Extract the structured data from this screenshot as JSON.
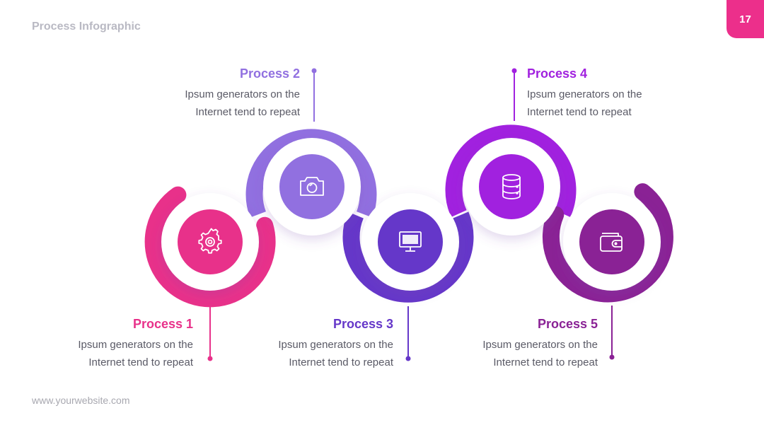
{
  "header": {
    "title": "Process Infographic",
    "page_number": "17"
  },
  "footer": {
    "website": "www.yourwebsite.com"
  },
  "colors": {
    "accent": "#ec2f8b"
  },
  "steps": [
    {
      "title": "Process 1",
      "desc_line1": "Ipsum generators on the",
      "desc_line2": "Internet tend to repeat",
      "color": "#e8318a",
      "icon": "gear-icon"
    },
    {
      "title": "Process 2",
      "desc_line1": "Ipsum generators on the",
      "desc_line2": "Internet tend to repeat",
      "color": "#9170e0",
      "icon": "camera-icon"
    },
    {
      "title": "Process 3",
      "desc_line1": "Ipsum generators on the",
      "desc_line2": "Internet tend to repeat",
      "color": "#6537c9",
      "icon": "monitor-icon"
    },
    {
      "title": "Process 4",
      "desc_line1": "Ipsum generators on the",
      "desc_line2": "Internet tend to repeat",
      "color": "#a121df",
      "icon": "database-icon"
    },
    {
      "title": "Process 5",
      "desc_line1": "Ipsum generators on the",
      "desc_line2": "Internet tend to repeat",
      "color": "#8a2295",
      "icon": "wallet-icon"
    }
  ]
}
